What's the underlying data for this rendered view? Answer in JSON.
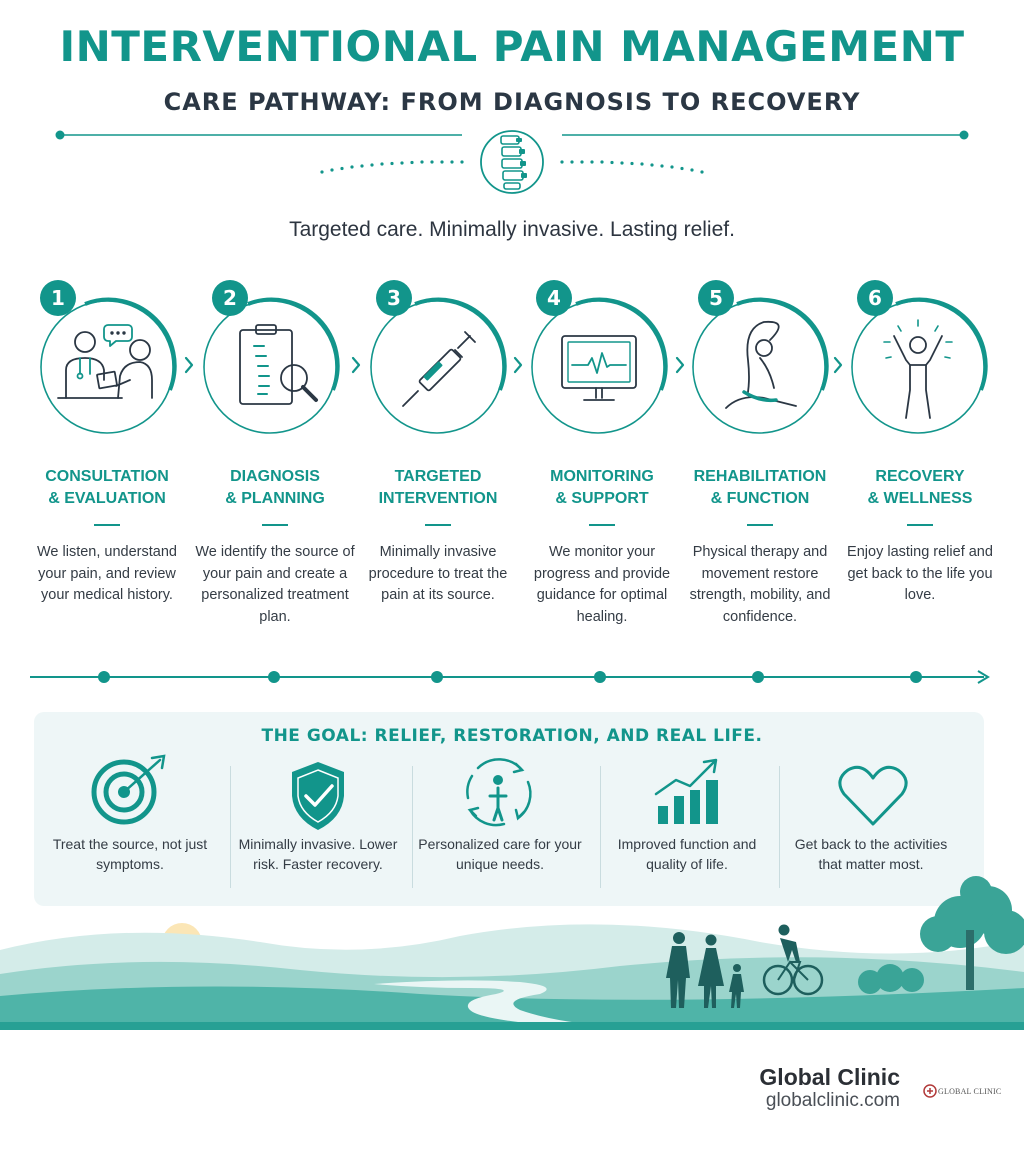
{
  "header": {
    "title": "INTERVENTIONAL PAIN MANAGEMENT",
    "subtitle": "CARE PATHWAY: FROM DIAGNOSIS TO RECOVERY",
    "tagline": "Targeted care. Minimally invasive. Lasting relief."
  },
  "steps": [
    {
      "number": "1",
      "title": "CONSULTATION\n& EVALUATION",
      "desc": "We listen, understand your pain, and review your medical history.",
      "icon": "doctor-consultation-icon"
    },
    {
      "number": "2",
      "title": "DIAGNOSIS\n& PLANNING",
      "desc": "We identify the source of your pain and create a personalized treatment plan.",
      "icon": "clipboard-spine-magnifier-icon"
    },
    {
      "number": "3",
      "title": "TARGETED\nINTERVENTION",
      "desc": "Minimally invasive procedure to treat the pain at its source.",
      "icon": "syringe-icon"
    },
    {
      "number": "4",
      "title": "MONITORING\n& SUPPORT",
      "desc": "We monitor your progress and provide guidance for optimal healing.",
      "icon": "heart-monitor-icon"
    },
    {
      "number": "5",
      "title": "REHABILITATION\n& FUNCTION",
      "desc": "Physical therapy and movement restore strength, mobility, and confidence.",
      "icon": "stretching-person-icon"
    },
    {
      "number": "6",
      "title": "RECOVERY\n& WELLNESS",
      "desc": "Enjoy lasting relief and get back to the life you love.",
      "icon": "celebrating-person-icon"
    }
  ],
  "goal": {
    "title": "THE GOAL: RELIEF, RESTORATION, AND REAL LIFE.",
    "items": [
      {
        "text": "Treat the source, not just symptoms.",
        "icon": "target-arrow-icon"
      },
      {
        "text": "Minimally invasive. Lower risk. Faster recovery.",
        "icon": "shield-check-icon"
      },
      {
        "text": "Personalized care for your unique needs.",
        "icon": "person-cycle-icon"
      },
      {
        "text": "Improved function and quality of life.",
        "icon": "growth-chart-icon"
      },
      {
        "text": "Get back to the activities that matter most.",
        "icon": "heart-icon"
      }
    ]
  },
  "footer": {
    "brand": "Global Clinic",
    "url": "globalclinic.com",
    "logo_text": "GLOBAL CLINIC"
  },
  "colors": {
    "accent": "#12958b",
    "dark_text": "#2b3744",
    "panel": "#eef6f7"
  }
}
